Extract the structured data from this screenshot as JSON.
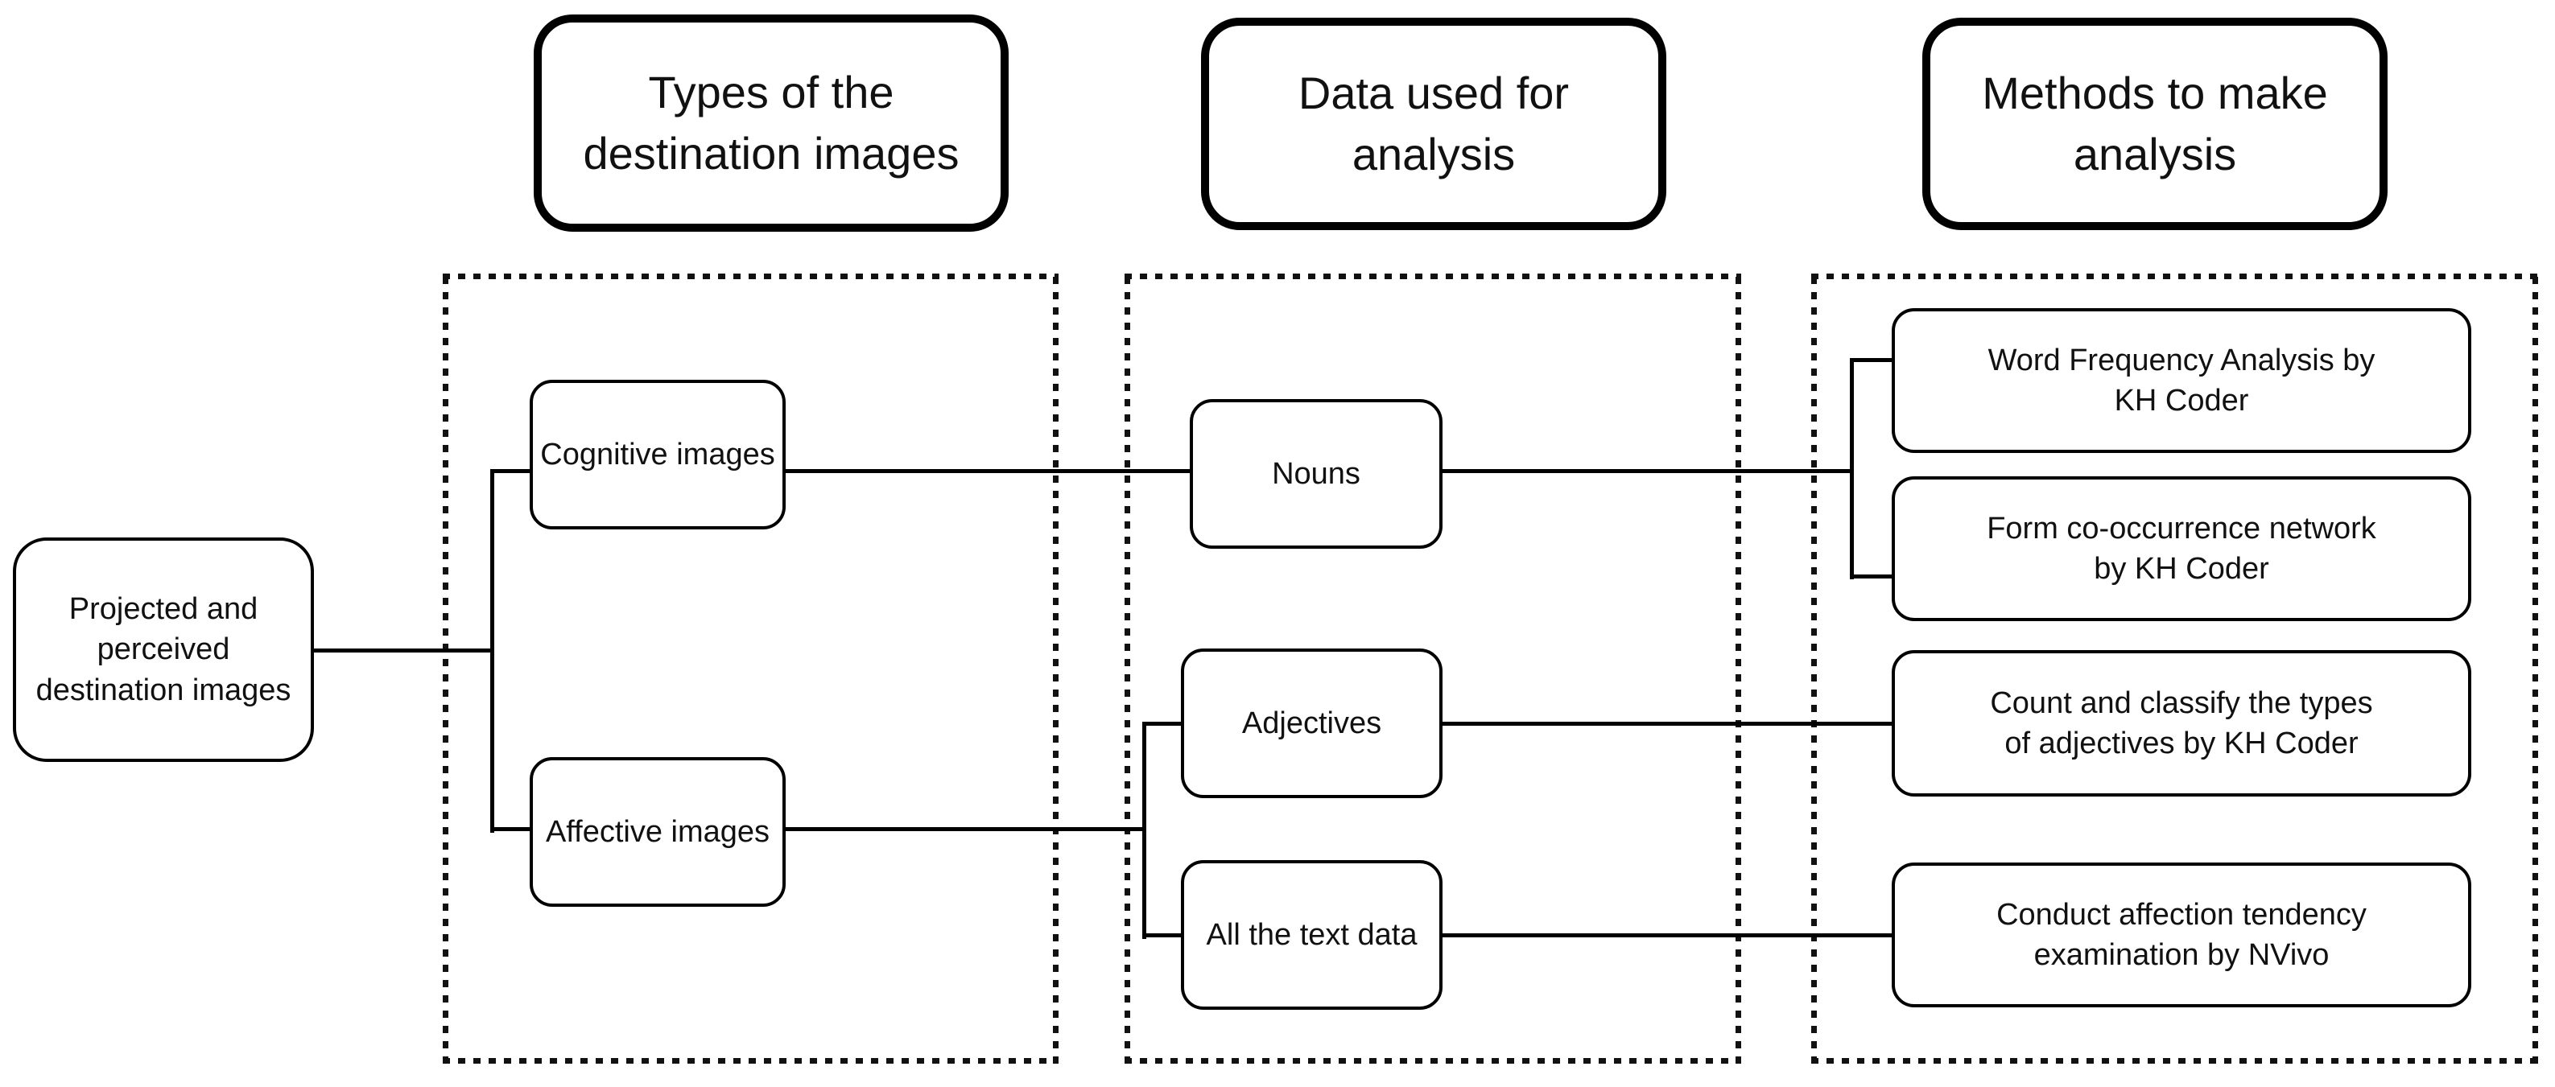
{
  "diagram": {
    "columns": [
      {
        "header": "Types of the destination images",
        "header_lines": [
          "Types of the",
          "destination images"
        ]
      },
      {
        "header": "Data used for analysis",
        "header_lines": [
          "Data used for",
          "analysis"
        ]
      },
      {
        "header": "Methods to make analysis",
        "header_lines": [
          "Methods to make",
          "analysis"
        ]
      }
    ],
    "root": {
      "label": "Projected and perceived destination images",
      "lines": [
        "Projected and",
        "perceived",
        "destination images"
      ]
    },
    "types": [
      {
        "label": "Cognitive images"
      },
      {
        "label": "Affective images"
      }
    ],
    "data": [
      {
        "label": "Nouns"
      },
      {
        "label": "Adjectives"
      },
      {
        "label": "All the text data"
      }
    ],
    "methods": [
      {
        "label": "Word Frequency Analysis by KH Coder",
        "lines": [
          "Word Frequency Analysis by",
          "KH Coder"
        ]
      },
      {
        "label": "Form co-occurrence network by KH Coder",
        "lines": [
          "Form co-occurrence network",
          "by KH Coder"
        ]
      },
      {
        "label": "Count and classify the types of adjectives by KH Coder",
        "lines": [
          "Count and classify the types",
          "of adjectives by KH Coder"
        ]
      },
      {
        "label": "Conduct affection tendency examination by NVivo",
        "lines": [
          "Conduct affection tendency",
          "examination by NVivo"
        ]
      }
    ],
    "edges": [
      {
        "from": "Projected and perceived destination images",
        "to": "Cognitive images"
      },
      {
        "from": "Projected and perceived destination images",
        "to": "Affective images"
      },
      {
        "from": "Cognitive images",
        "to": "Nouns"
      },
      {
        "from": "Affective images",
        "to": "Adjectives"
      },
      {
        "from": "Affective images",
        "to": "All the text data"
      },
      {
        "from": "Nouns",
        "to": "Word Frequency Analysis by KH Coder"
      },
      {
        "from": "Nouns",
        "to": "Form co-occurrence network by KH Coder"
      },
      {
        "from": "Adjectives",
        "to": "Count and classify the types of adjectives by KH Coder"
      },
      {
        "from": "All the text data",
        "to": "Conduct affection tendency examination by NVivo"
      }
    ],
    "colors": {
      "line": "#000000",
      "background": "#ffffff",
      "text": "#111111"
    }
  }
}
